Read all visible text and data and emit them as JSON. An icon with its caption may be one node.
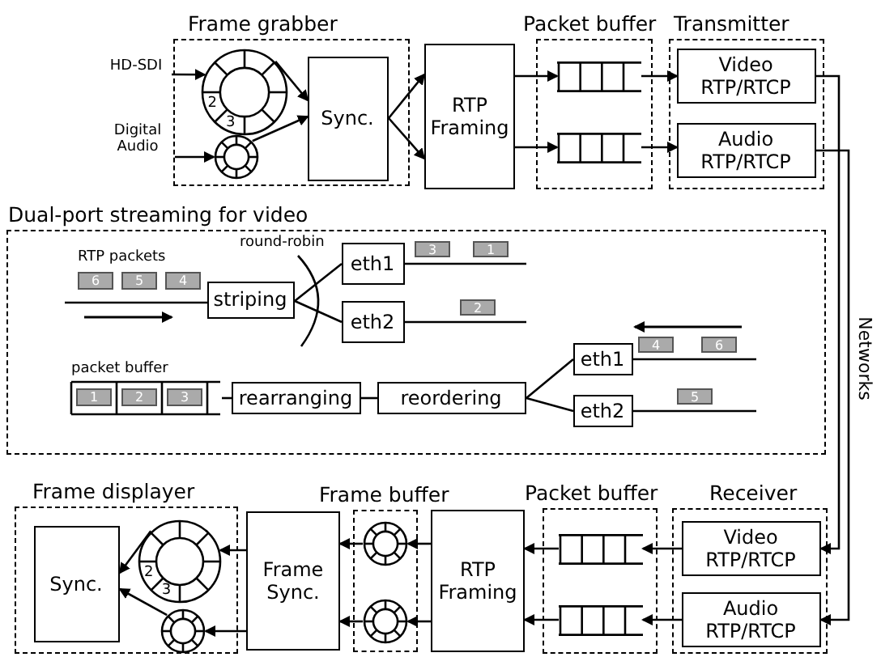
{
  "diagram": {
    "nodes": [
      {
        "text": [
          "Frame grabber"
        ]
      },
      {
        "text": [
          "2",
          "3"
        ],
        "in": 0
      },
      {
        "text": [],
        "shape": "circle",
        "in": 0
      },
      {
        "text": [
          "Sync."
        ],
        "in": 0
      },
      {
        "text": [
          "HD-SDI"
        ]
      },
      {
        "text": [
          "Digital Audio"
        ]
      },
      {
        "text": [
          "RTP Framing"
        ]
      },
      {
        "text": [
          "Packet buffer"
        ]
      },
      {
        "text": [],
        "shape": "box",
        "in": 7
      },
      {
        "text": [],
        "shape": "box",
        "in": 7
      },
      {
        "text": [
          "Transmitter"
        ]
      },
      {
        "text": [
          "Video RTP/RTCP"
        ],
        "in": 10
      },
      {
        "text": [
          "Audio RTP/RTCP"
        ],
        "in": 10
      },
      {
        "text": [
          "Dual-port streaming for video"
        ]
      },
      {
        "text": [
          "striping"
        ],
        "in": 13
      },
      {
        "text": [
          "eth1"
        ],
        "in": 13
      },
      {
        "text": [
          "eth2"
        ],
        "in": 13
      },
      {
        "text": [
          "rearranging"
        ],
        "in": 13
      },
      {
        "text": [
          "reordering"
        ],
        "in": 13
      },
      {
        "text": [
          "eth1"
        ],
        "in": 13
      },
      {
        "text": [
          "eth2"
        ],
        "in": 13
      },
      {
        "text": [
          "Frame displayer"
        ]
      },
      {
        "text": [
          "Sync."
        ],
        "in": 21
      },
      {
        "text": [
          "2",
          "3"
        ],
        "in": 21
      },
      {
        "text": [],
        "shape": "circle",
        "in": 21
      },
      {
        "text": [
          "Frame Sync."
        ]
      },
      {
        "text": [
          "Frame buffer"
        ]
      },
      {
        "text": [],
        "shape": "circle",
        "in": 26
      },
      {
        "text": [],
        "shape": "circle",
        "in": 26
      },
      {
        "text": [
          "RTP Framing"
        ]
      },
      {
        "text": [
          "Packet buffer"
        ]
      },
      {
        "text": [],
        "shape": "box",
        "in": 30
      },
      {
        "text": [],
        "shape": "box",
        "in": 30
      },
      {
        "text": [
          "Receiver"
        ]
      },
      {
        "text": [
          "Video RTP/RTCP"
        ],
        "in": 33
      },
      {
        "text": [
          "Audio RTP/RTCP"
        ],
        "in": 33
      }
    ],
    "edges": [
      {
        "from": 4,
        "to": 1,
        "arrow": "to"
      },
      {
        "from": 5,
        "to": 2,
        "arrow": "to"
      },
      {
        "from": 1,
        "to": 3,
        "arrow": "to"
      },
      {
        "from": 2,
        "to": 3,
        "arrow": "to"
      },
      {
        "from": 3,
        "to": 6,
        "arrow": "to"
      },
      {
        "from": 3,
        "to": 6,
        "arrow": "to"
      },
      {
        "from": 6,
        "to": 8,
        "arrow": "to"
      },
      {
        "from": 6,
        "to": 9,
        "arrow": "to"
      },
      {
        "from": 8,
        "to": 11,
        "arrow": "to"
      },
      {
        "from": 9,
        "to": 12,
        "arrow": "to"
      },
      {
        "from": null,
        "to": 14,
        "arrow": "none"
      },
      {
        "from": 14,
        "to": 15,
        "arrow": "none"
      },
      {
        "from": 14,
        "to": 16,
        "arrow": "none"
      },
      {
        "from": 15,
        "to": null,
        "arrow": "none"
      },
      {
        "from": 16,
        "to": null,
        "arrow": "none"
      },
      {
        "from": null,
        "to": 17,
        "arrow": "none"
      },
      {
        "from": 17,
        "to": 18,
        "arrow": "none"
      },
      {
        "from": 18,
        "to": 19,
        "arrow": "none"
      },
      {
        "from": 18,
        "to": 20,
        "arrow": "none"
      },
      {
        "from": 19,
        "to": null,
        "arrow": "none"
      },
      {
        "from": 20,
        "to": null,
        "arrow": "none"
      },
      {
        "from": 11,
        "to": 34,
        "arrow": "to"
      },
      {
        "from": 12,
        "to": 35,
        "arrow": "to"
      },
      {
        "from": 34,
        "to": 31,
        "arrow": "to"
      },
      {
        "from": 35,
        "to": 32,
        "arrow": "to"
      },
      {
        "from": 31,
        "to": 29,
        "arrow": "to"
      },
      {
        "from": 32,
        "to": 29,
        "arrow": "to"
      },
      {
        "from": 29,
        "to": 27,
        "arrow": "to"
      },
      {
        "from": 29,
        "to": 28,
        "arrow": "to"
      },
      {
        "from": 27,
        "to": 25,
        "arrow": "to"
      },
      {
        "from": 28,
        "to": 25,
        "arrow": "to"
      },
      {
        "from": 25,
        "to": 23,
        "arrow": "to"
      },
      {
        "from": 25,
        "to": 24,
        "arrow": "to"
      },
      {
        "from": 23,
        "to": 22,
        "arrow": "to"
      },
      {
        "from": 24,
        "to": 22,
        "arrow": "to"
      }
    ],
    "labels": [
      "RTP packets",
      "6",
      "5",
      "4",
      "round-robin",
      "3",
      "1",
      "2",
      "packet buffer",
      "1",
      "2",
      "3",
      "4",
      "6",
      "5",
      "Networks"
    ]
  }
}
